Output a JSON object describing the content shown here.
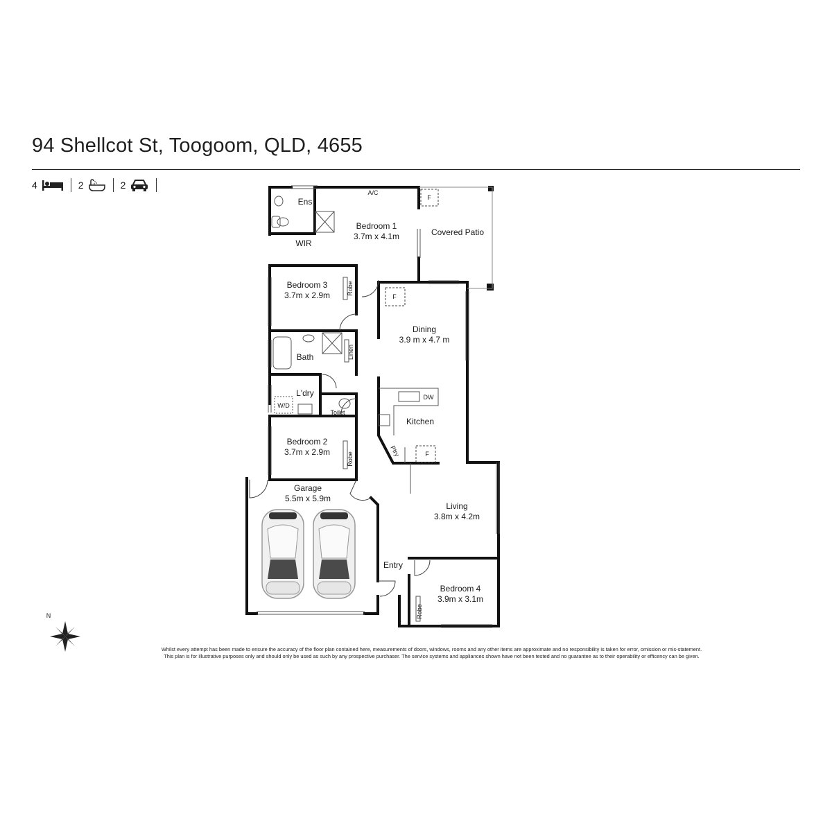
{
  "address": "94 Shellcot St, Toogoom, QLD, 4655",
  "features": {
    "bedrooms": "4",
    "bathrooms": "2",
    "cars": "2",
    "icons": [
      "bed-icon",
      "bath-icon",
      "car-icon"
    ]
  },
  "rooms": {
    "ens": "Ens",
    "ac": "A/C",
    "bedroom1_name": "Bedroom 1",
    "bedroom1_size": "3.7m  x 4.1m",
    "wir": "WIR",
    "covered_patio": "Covered Patio",
    "patio_f": "F",
    "bedroom3_name": "Bedroom 3",
    "bedroom3_size": "3.7m x 2.9m",
    "robe3": "Robe",
    "dining_f": "F",
    "dining_name": "Dining",
    "dining_size": "3.9 m x 4.7 m",
    "bath": "Bath",
    "linen": "Linen",
    "ldry": "L'dry",
    "wd": "W/D",
    "toilet": "Toilet",
    "dw": "DW",
    "kitchen": "Kitchen",
    "ptry": "Ptry",
    "kitchen_f": "F",
    "bedroom2_name": "Bedroom 2",
    "bedroom2_size": "3.7m x 2.9m",
    "robe2": "Robe",
    "garage_name": "Garage",
    "garage_size": "5.5m  x 5.9m",
    "living_name": "Living",
    "living_size": "3.8m x 4.2m",
    "entry": "Entry",
    "bedroom4_name": "Bedroom 4",
    "bedroom4_size": "3.9m x 3.1m",
    "robe4": "Robe"
  },
  "compass": {
    "label": "N",
    "icon": "compass-rose-icon"
  },
  "disclaimer": {
    "line1": "Whilst every attempt has been made to ensure the accuracy of the floor plan contained here, measurements of doors, windows, rooms and any other items are approximate and no responsibility is taken for error, omission  or mis-statement.",
    "line2": "This plan is for illustrative purposes only and should only be used as such by any prospective purchaser. The service systems and appliances  shown have not been tested and no guarantee as to their operability or efficency can be given."
  }
}
